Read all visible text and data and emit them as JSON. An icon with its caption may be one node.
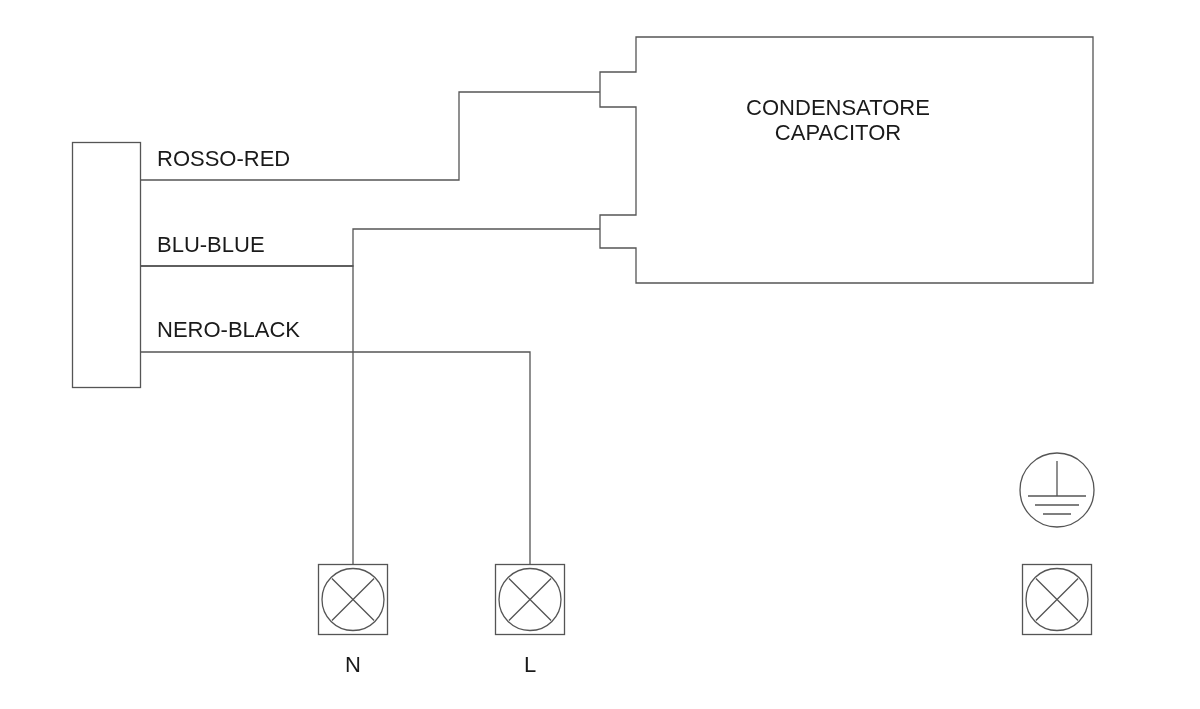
{
  "diagram": {
    "nodes": [
      {
        "text": [],
        "shape": "box"
      },
      {
        "text": [
          "CONDENSATORE CAPACITOR"
        ]
      },
      {
        "text": [
          "N"
        ]
      },
      {
        "text": [
          "L"
        ]
      },
      {
        "text": [],
        "shape": "circle"
      },
      {
        "text": [],
        "shape": "box"
      }
    ],
    "edges": [
      {
        "from": 0,
        "to": 1,
        "arrow": "none",
        "label": "ROSSO-RED"
      },
      {
        "from": 0,
        "to": 1,
        "arrow": "none",
        "label": "BLU-BLUE"
      },
      {
        "from": 0,
        "to": 2,
        "arrow": "none"
      },
      {
        "from": 0,
        "to": 3,
        "arrow": "none",
        "label": "NERO-BLACK"
      }
    ]
  }
}
